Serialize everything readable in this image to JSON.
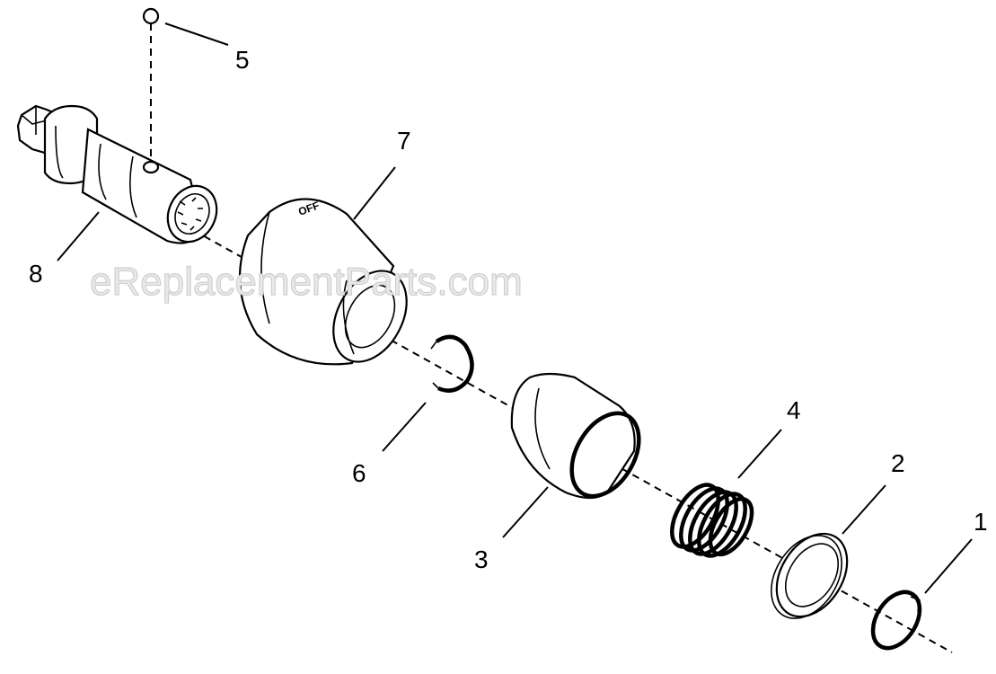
{
  "watermark": "eReplacementParts.com",
  "cap_marking": "OFF",
  "callouts": [
    {
      "id": "1",
      "label": "1"
    },
    {
      "id": "2",
      "label": "2"
    },
    {
      "id": "3",
      "label": "3"
    },
    {
      "id": "4",
      "label": "4"
    },
    {
      "id": "5",
      "label": "5"
    },
    {
      "id": "6",
      "label": "6"
    },
    {
      "id": "7",
      "label": "7"
    },
    {
      "id": "8",
      "label": "8"
    }
  ]
}
